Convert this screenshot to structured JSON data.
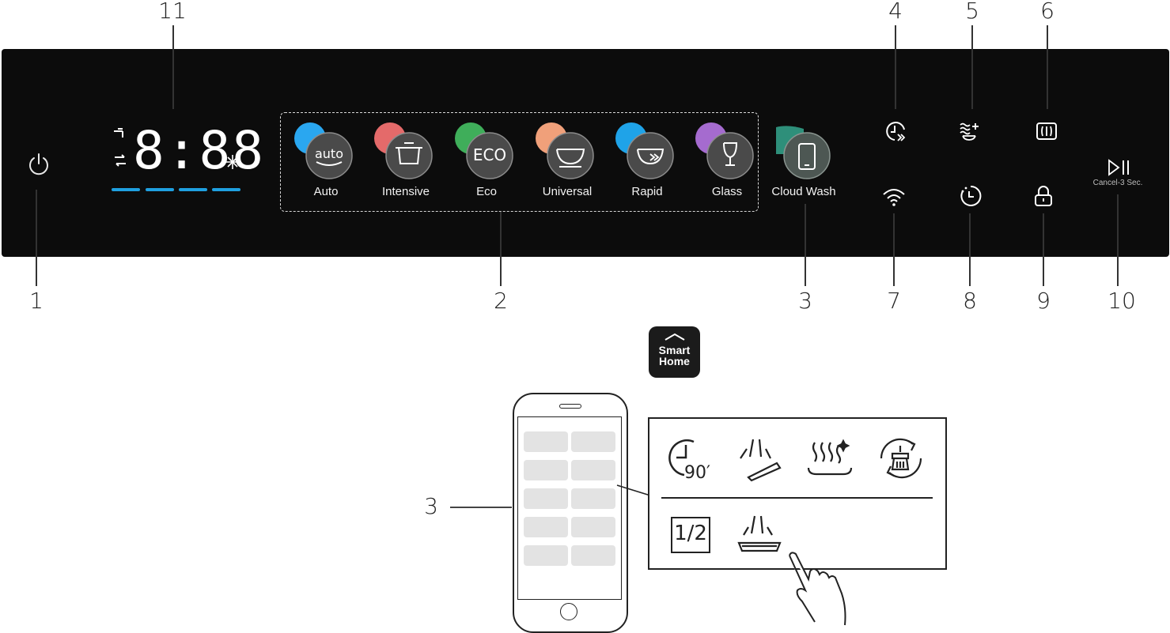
{
  "callouts": {
    "n1": "1",
    "n2": "2",
    "n3": "3",
    "n4": "4",
    "n5": "5",
    "n6": "6",
    "n7": "7",
    "n8": "8",
    "n9": "9",
    "n10": "10",
    "n11": "11",
    "n3b": "3"
  },
  "display": {
    "digits": "8:88"
  },
  "programs": [
    {
      "label": "Auto",
      "icon_text": "auto",
      "accent": "#2aa7f0",
      "icon": "auto-icon"
    },
    {
      "label": "Intensive",
      "accent": "#e46a6a",
      "icon": "pot-icon"
    },
    {
      "label": "Eco",
      "icon_text": "ECO",
      "accent": "#3fae5a",
      "icon": "eco-icon"
    },
    {
      "label": "Universal",
      "accent": "#f0a07a",
      "icon": "bowl-icon"
    },
    {
      "label": "Rapid",
      "accent": "#1fa3e8",
      "icon": "rapid-icon"
    },
    {
      "label": "Glass",
      "accent": "#a56bcf",
      "icon": "glass-icon"
    }
  ],
  "cloud": {
    "label": "Cloud Wash",
    "accent": "#2e8f7a",
    "icon": "phone-icon"
  },
  "buttons": {
    "cancel_text": "Cancel-3 Sec."
  },
  "smart_home": {
    "line1": "Smart",
    "line2": "Home"
  },
  "app_options": {
    "icon_90_text": "90′",
    "half_load_text": "1/2"
  }
}
